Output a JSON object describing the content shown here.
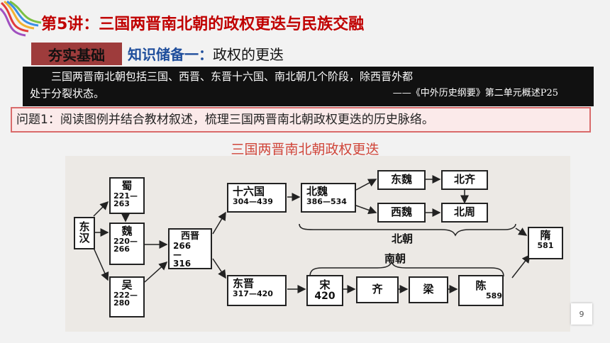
{
  "header": {
    "title": "第5讲：三国两晋南北朝的政权更迭与民族交融",
    "badge": "夯实基础",
    "subtitle_blue": "知识储备一：",
    "subtitle_rest": "政权的更迭"
  },
  "quote": {
    "line1": "三国两晋南北朝包括三国、西晋、东晋十六国、南北朝几个阶段，除西晋外都",
    "line2": "处于分裂状态。",
    "source": "——《中外历史纲要》第二单元概述P25"
  },
  "question": "问题1：阅读图例并结合教材叙述，梳理三国两晋南北朝政权更迭的历史脉络。",
  "diagram": {
    "caption": "三国两晋南北朝政权更迭",
    "nodes": {
      "donghan": {
        "name": "东汉"
      },
      "shu": {
        "name": "蜀",
        "years": "221—263"
      },
      "wei": {
        "name": "魏",
        "years": "220—266"
      },
      "wu": {
        "name": "吴",
        "years": "222—280"
      },
      "xijin": {
        "name": "西晋",
        "years": "266—316"
      },
      "shiliuguo": {
        "name": "十六国",
        "years": "304—439"
      },
      "beiwei": {
        "name": "北魏",
        "years": "386—534"
      },
      "dongwei": {
        "name": "东魏"
      },
      "xiwei": {
        "name": "西魏"
      },
      "beiqi": {
        "name": "北齐"
      },
      "beizhou": {
        "name": "北周"
      },
      "dongjin": {
        "name": "东晋",
        "years": "317—420"
      },
      "song": {
        "name": "宋",
        "years": "420"
      },
      "qi": {
        "name": "齐"
      },
      "liang": {
        "name": "梁"
      },
      "chen": {
        "name": "陈",
        "years": "589"
      },
      "sui": {
        "name": "隋",
        "years": "581"
      }
    },
    "labels": {
      "north": "北朝",
      "south": "南朝"
    }
  },
  "page_number": "9"
}
